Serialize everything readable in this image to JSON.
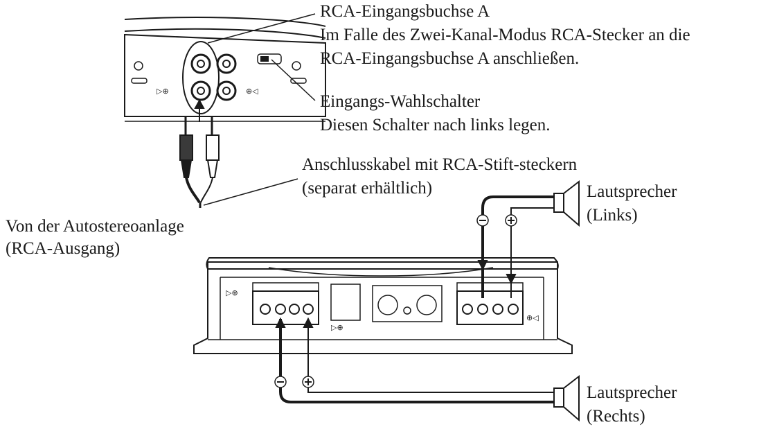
{
  "labels": {
    "rca_input_a": {
      "title": "RCA-Eingangsbuchse A",
      "line2": "Im Falle des Zwei-Kanal-Modus RCA-Stecker an die",
      "line3": "RCA-Eingangsbuchse A anschließen."
    },
    "input_selector": {
      "title": "Eingangs-Wahlschalter",
      "line2": "Diesen Schalter nach links legen."
    },
    "rca_cable": {
      "line1": "Anschlusskabel mit RCA-Stift-steckern",
      "line2": "(separat erhältlich)"
    },
    "source": {
      "line1": "Von der Autostereoanlage",
      "line2": "(RCA-Ausgang)"
    },
    "speaker_left": {
      "line1": "Lautsprecher",
      "line2": "(Links)"
    },
    "speaker_right": {
      "line1": "Lautsprecher",
      "line2": "(Rechts)"
    }
  },
  "symbols": {
    "minus": "−",
    "plus": "+"
  },
  "colors": {
    "line": "#1a1a1a",
    "background": "#ffffff",
    "plug_red": "#3a3a3a",
    "plug_white": "#ffffff"
  }
}
